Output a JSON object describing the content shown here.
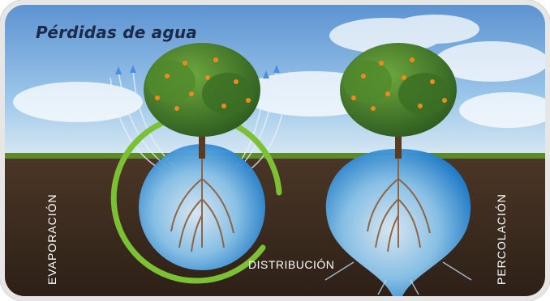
{
  "title": "Pérdidas de agua",
  "labels": {
    "evaporation": "EVAPORACIÓN",
    "distribution": "DISTRIBUCIÓN",
    "percolation": "PERCOLACIÓN"
  },
  "colors": {
    "sky": "#7fb3e2",
    "soil": "#3a2a1e",
    "water": "#2e8fd6",
    "ring": "#7cc133",
    "foliage": "#3f7a2a",
    "fruit": "#f08a1c"
  }
}
